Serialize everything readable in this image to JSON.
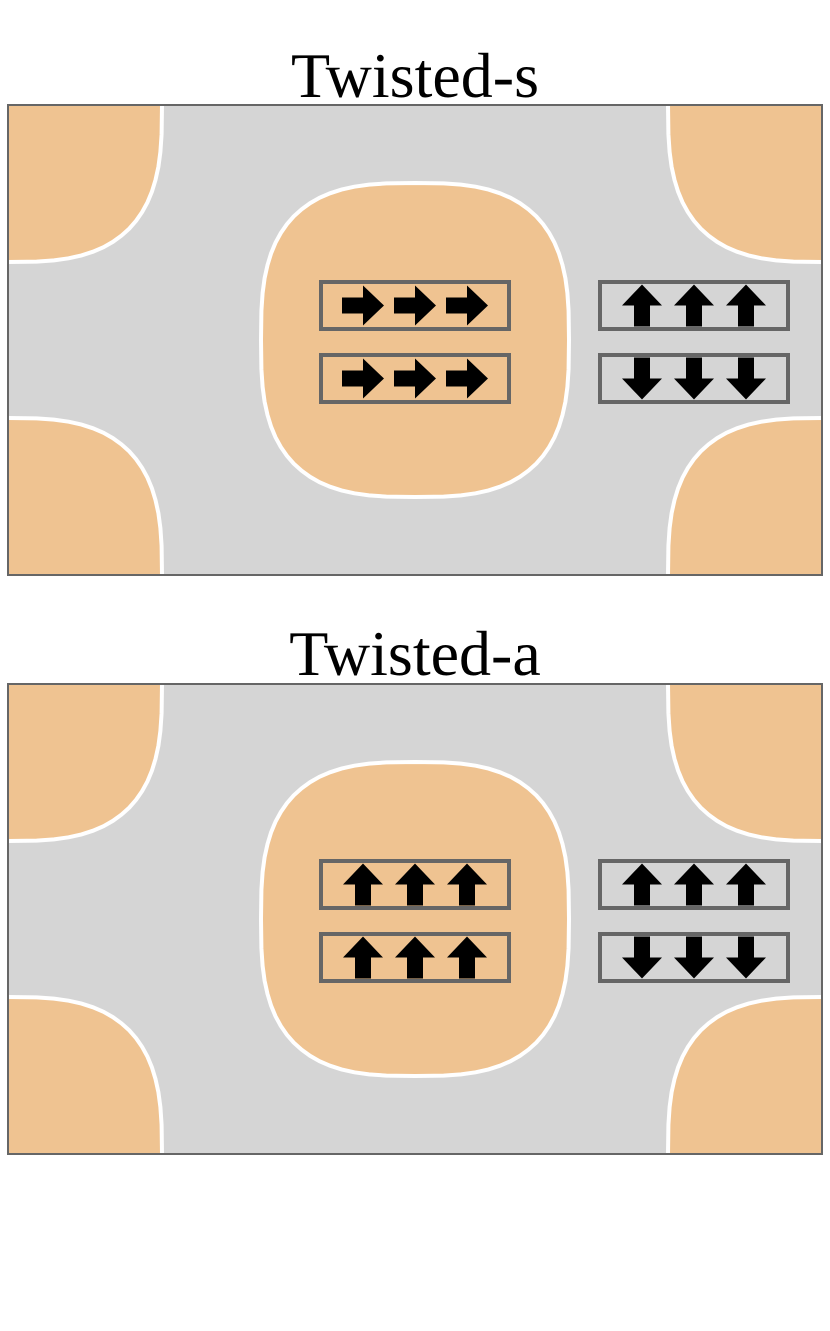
{
  "panels": [
    {
      "id": "s",
      "title": "Twisted-s",
      "center_stack": {
        "top_row": [
          "right",
          "right",
          "right"
        ],
        "bottom_row": [
          "right",
          "right",
          "right"
        ]
      },
      "right_stack": {
        "top_row": [
          "up",
          "up",
          "up"
        ],
        "bottom_row": [
          "down",
          "down",
          "down"
        ]
      }
    },
    {
      "id": "a",
      "title": "Twisted-a",
      "center_stack": {
        "top_row": [
          "up",
          "up",
          "up"
        ],
        "bottom_row": [
          "up",
          "up",
          "up"
        ]
      },
      "right_stack": {
        "top_row": [
          "up",
          "up",
          "up"
        ],
        "bottom_row": [
          "down",
          "down",
          "down"
        ]
      }
    }
  ],
  "colors": {
    "background": "#d5d5d5",
    "region_fill": "#efc391",
    "region_outline": "#ffffff",
    "frame": "#666666",
    "box_outline": "#666666",
    "arrow": "#000000"
  }
}
